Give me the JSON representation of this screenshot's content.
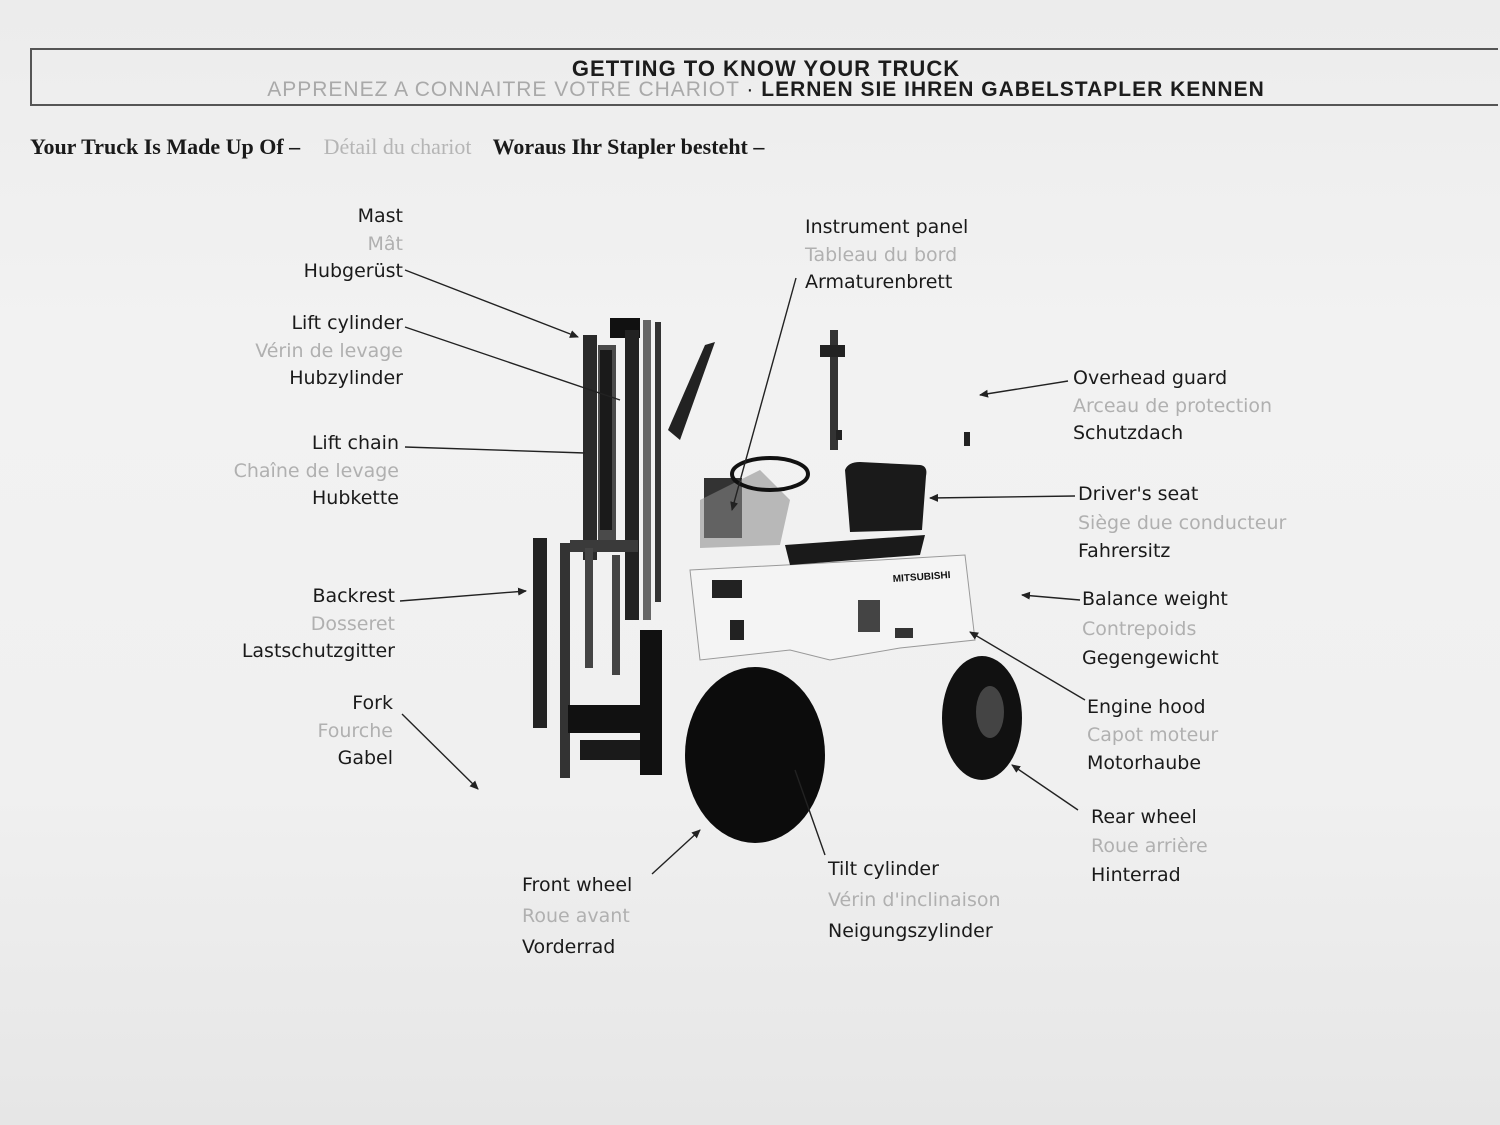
{
  "header": {
    "title": "GETTING TO KNOW YOUR TRUCK",
    "subtitle_fr": "APPRENEZ A CONNAITRE VOTRE CHARIOT",
    "separator": "·",
    "subtitle_de": "LERNEN SIE IHREN GABELSTAPLER KENNEN"
  },
  "section": {
    "en": "Your Truck Is Made Up Of –",
    "fr": "Détail du chariot",
    "de": "Woraus Ihr Stapler besteht –"
  },
  "brand": "MITSUBISHI",
  "parts": {
    "mast": {
      "en": "Mast",
      "fr": "Mât",
      "de": "Hubgerüst"
    },
    "lift_cylinder": {
      "en": "Lift cylinder",
      "fr": "Vérin de levage",
      "de": "Hubzylinder"
    },
    "lift_chain": {
      "en": "Lift chain",
      "fr": "Chaîne de levage",
      "de": "Hubkette"
    },
    "backrest": {
      "en": "Backrest",
      "fr": "Dosseret",
      "de": "Lastschutzgitter"
    },
    "fork": {
      "en": "Fork",
      "fr": "Fourche",
      "de": "Gabel"
    },
    "front_wheel": {
      "en": "Front wheel",
      "fr": "Roue avant",
      "de": "Vorderrad"
    },
    "instrument_panel": {
      "en": "Instrument panel",
      "fr": "Tableau du bord",
      "de": "Armaturenbrett"
    },
    "overhead_guard": {
      "en": "Overhead guard",
      "fr": "Arceau de protection",
      "de": "Schutzdach"
    },
    "drivers_seat": {
      "en": "Driver's seat",
      "fr": "Siège due conducteur",
      "de": "Fahrersitz"
    },
    "balance_weight": {
      "en": "Balance weight",
      "fr": "Contrepoids",
      "de": "Gegengewicht"
    },
    "engine_hood": {
      "en": "Engine hood",
      "fr": "Capot moteur",
      "de": "Motorhaube"
    },
    "rear_wheel": {
      "en": "Rear wheel",
      "fr": "Roue arrière",
      "de": "Hinterrad"
    },
    "tilt_cylinder": {
      "en": "Tilt cylinder",
      "fr": "Vérin d'inclinaison",
      "de": "Neigungszylinder"
    }
  }
}
